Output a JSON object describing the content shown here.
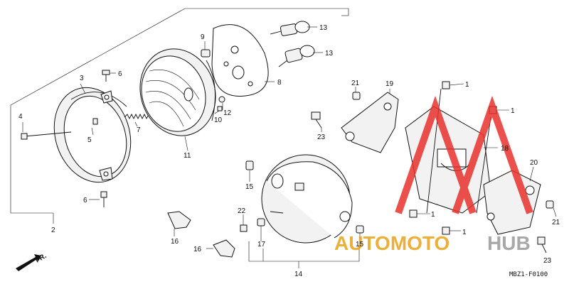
{
  "diagram": {
    "part_labels": [
      {
        "id": "p1a",
        "text": "1"
      },
      {
        "id": "p1b",
        "text": "1"
      },
      {
        "id": "p1c",
        "text": "1"
      },
      {
        "id": "p1d",
        "text": "1"
      },
      {
        "id": "p2",
        "text": "2"
      },
      {
        "id": "p3",
        "text": "3"
      },
      {
        "id": "p4",
        "text": "4"
      },
      {
        "id": "p5",
        "text": "5"
      },
      {
        "id": "p6a",
        "text": "6"
      },
      {
        "id": "p6b",
        "text": "6"
      },
      {
        "id": "p7",
        "text": "7"
      },
      {
        "id": "p8",
        "text": "8"
      },
      {
        "id": "p9",
        "text": "9"
      },
      {
        "id": "p10",
        "text": "10"
      },
      {
        "id": "p11",
        "text": "11"
      },
      {
        "id": "p12",
        "text": "12"
      },
      {
        "id": "p13a",
        "text": "13"
      },
      {
        "id": "p13b",
        "text": "13"
      },
      {
        "id": "p14",
        "text": "14"
      },
      {
        "id": "p15a",
        "text": "15"
      },
      {
        "id": "p15b",
        "text": "15"
      },
      {
        "id": "p16a",
        "text": "16"
      },
      {
        "id": "p16b",
        "text": "16"
      },
      {
        "id": "p17",
        "text": "17"
      },
      {
        "id": "p18",
        "text": "18"
      },
      {
        "id": "p19",
        "text": "19"
      },
      {
        "id": "p20",
        "text": "20"
      },
      {
        "id": "p21a",
        "text": "21"
      },
      {
        "id": "p21b",
        "text": "21"
      },
      {
        "id": "p22",
        "text": "22"
      },
      {
        "id": "p23a",
        "text": "23"
      },
      {
        "id": "p23b",
        "text": "23"
      }
    ],
    "direction_label": "FR.",
    "diagram_code": "MBZ1-F0100"
  },
  "watermark": {
    "text_left": "AUTOMOTO",
    "text_right": "HUB",
    "color_left": "#e8a317",
    "color_right": "#9a9a9a",
    "triangle_color": "#e8322d"
  }
}
